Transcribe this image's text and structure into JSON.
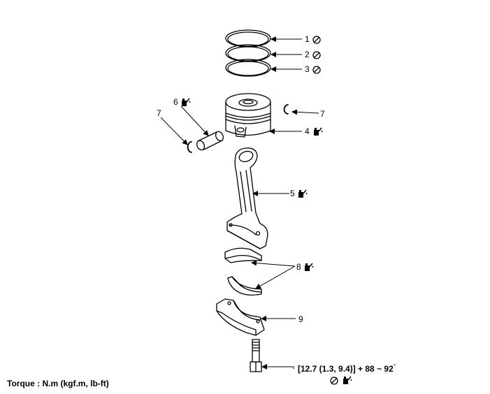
{
  "callouts": {
    "c1": "1",
    "c2": "2",
    "c3": "3",
    "c4": "4",
    "c5": "5",
    "c6": "6",
    "c7_left": "7",
    "c7_right": "7",
    "c8": "8",
    "c9": "9"
  },
  "bolt_torque": "[12.7 (1.3, 9.4)] + 88 ~ 92",
  "degree_mark": "°",
  "torque_units": "Torque : N.m (kgf.m, lb-ft)",
  "icons": {
    "no_reuse": "prohibited-reuse-icon",
    "lubricate": "oil-can-icon"
  }
}
